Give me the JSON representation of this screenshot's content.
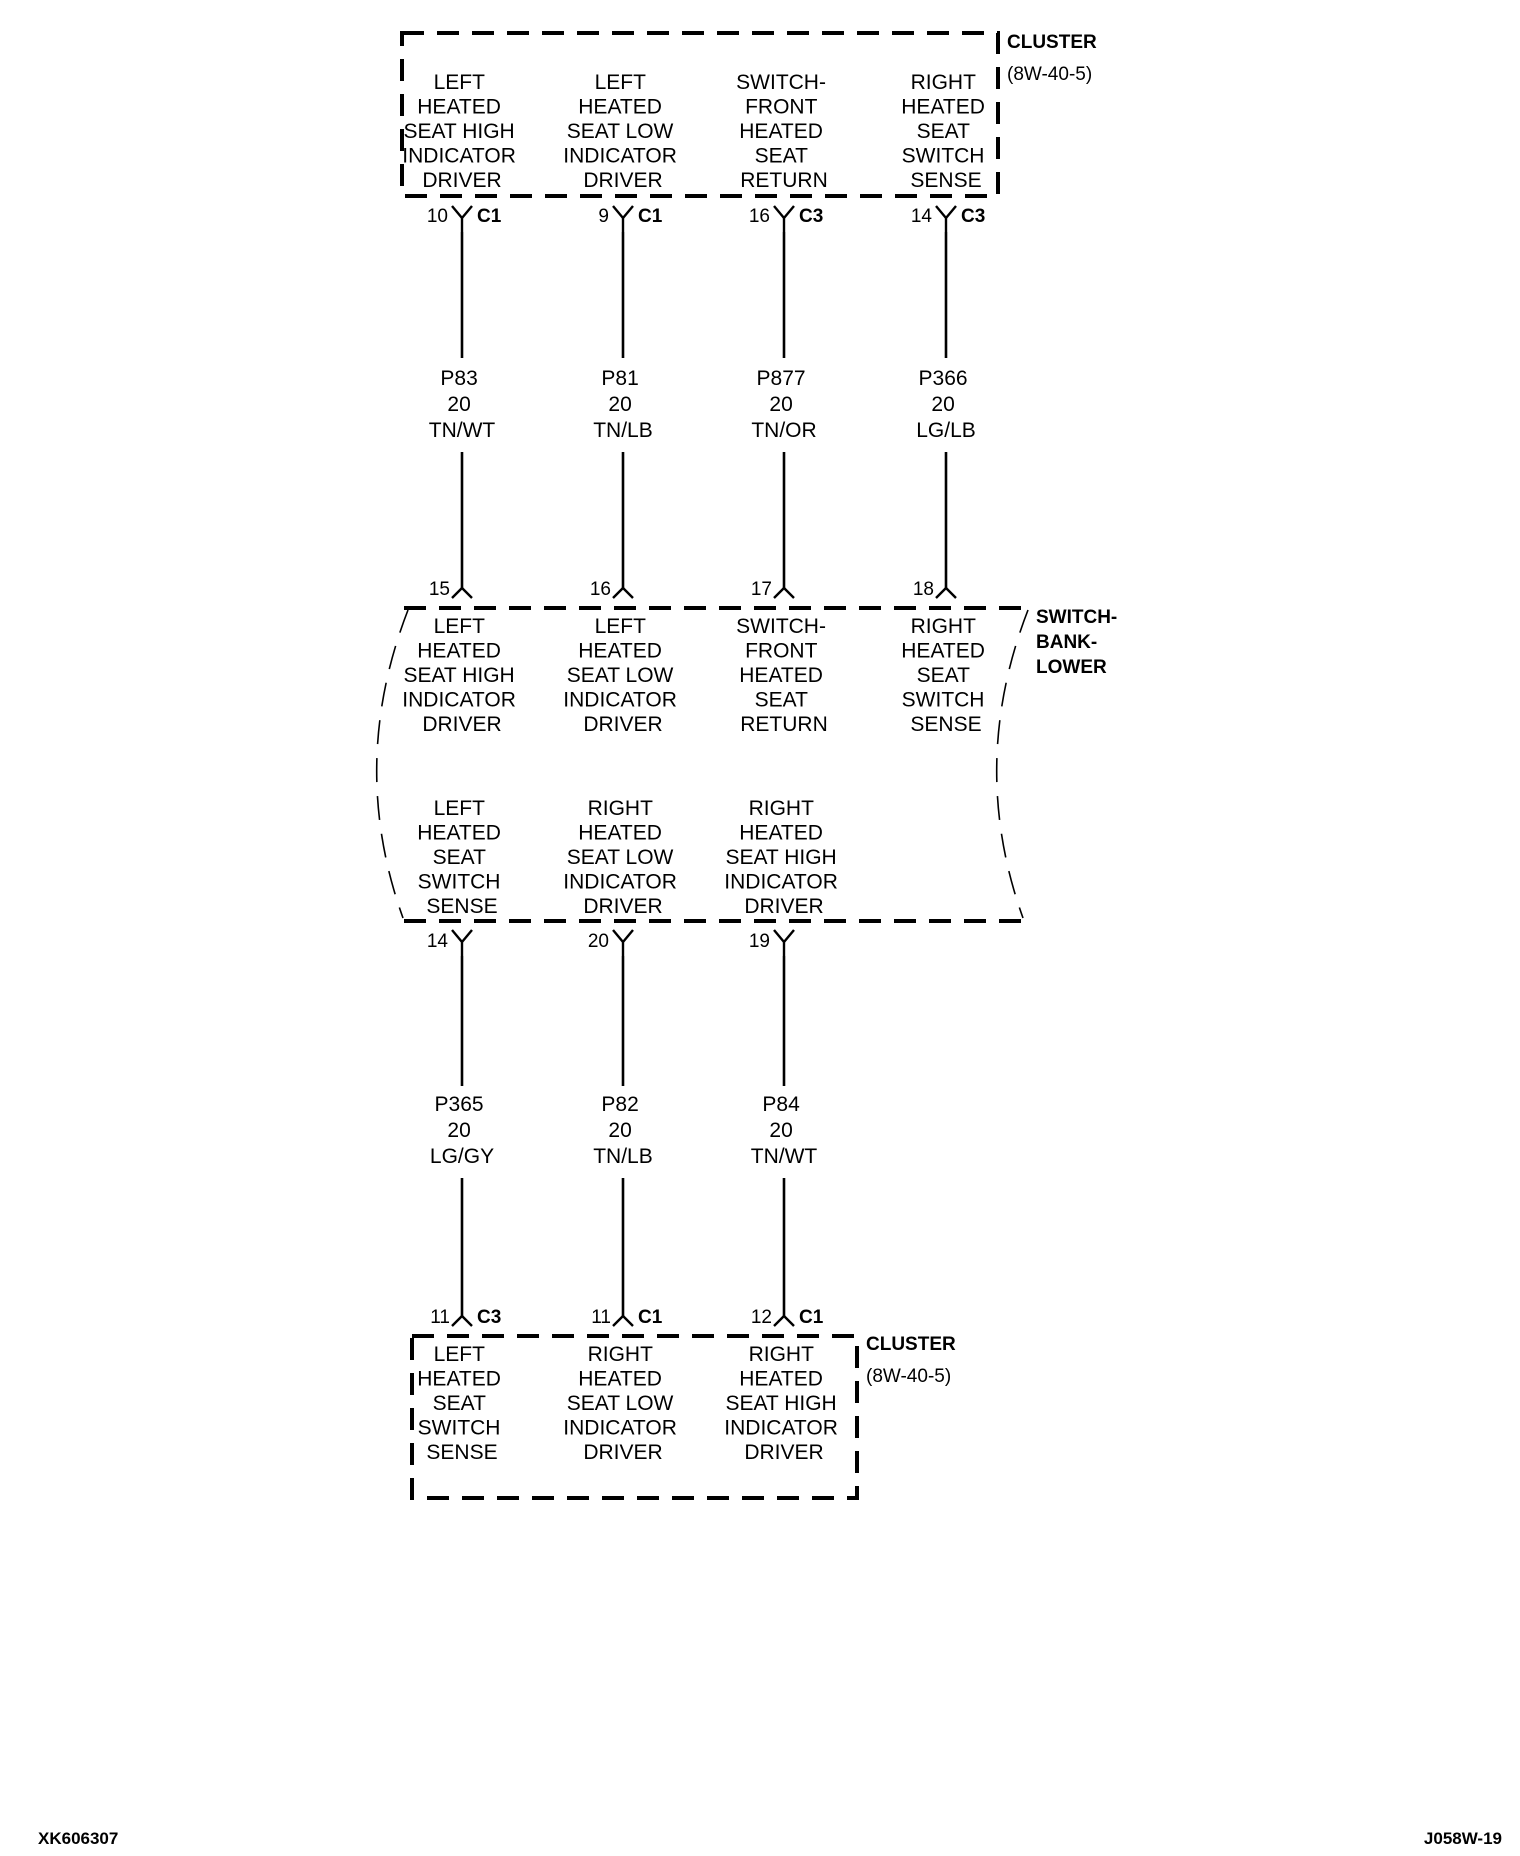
{
  "cluster_top": {
    "name": "CLUSTER",
    "ref": "(8W-40-5)",
    "functions": [
      [
        "LEFT",
        "HEATED",
        "SEAT HIGH",
        "INDICATOR",
        "DRIVER"
      ],
      [
        "LEFT",
        "HEATED",
        "SEAT LOW",
        "INDICATOR",
        "DRIVER"
      ],
      [
        "SWITCH-",
        "FRONT",
        "HEATED",
        "SEAT",
        "RETURN"
      ],
      [
        "RIGHT",
        "HEATED",
        "SEAT",
        "SWITCH",
        "SENSE"
      ]
    ],
    "pins": [
      {
        "pin": "10",
        "connector": "C1"
      },
      {
        "pin": "9",
        "connector": "C1"
      },
      {
        "pin": "16",
        "connector": "C3"
      },
      {
        "pin": "14",
        "connector": "C3"
      }
    ]
  },
  "wires_upper": [
    {
      "circuit": "P83",
      "gauge": "20",
      "color": "TN/WT"
    },
    {
      "circuit": "P81",
      "gauge": "20",
      "color": "TN/LB"
    },
    {
      "circuit": "P877",
      "gauge": "20",
      "color": "TN/OR"
    },
    {
      "circuit": "P366",
      "gauge": "20",
      "color": "LG/LB"
    }
  ],
  "switch_bank": {
    "name": [
      "SWITCH-",
      "BANK-",
      "LOWER"
    ],
    "pins_top": [
      "15",
      "16",
      "17",
      "18"
    ],
    "functions_top": [
      [
        "LEFT",
        "HEATED",
        "SEAT HIGH",
        "INDICATOR",
        "DRIVER"
      ],
      [
        "LEFT",
        "HEATED",
        "SEAT LOW",
        "INDICATOR",
        "DRIVER"
      ],
      [
        "SWITCH-",
        "FRONT",
        "HEATED",
        "SEAT",
        "RETURN"
      ],
      [
        "RIGHT",
        "HEATED",
        "SEAT",
        "SWITCH",
        "SENSE"
      ]
    ],
    "functions_bottom": [
      [
        "LEFT",
        "HEATED",
        "SEAT",
        "SWITCH",
        "SENSE"
      ],
      [
        "RIGHT",
        "HEATED",
        "SEAT LOW",
        "INDICATOR",
        "DRIVER"
      ],
      [
        "RIGHT",
        "HEATED",
        "SEAT HIGH",
        "INDICATOR",
        "DRIVER"
      ]
    ],
    "pins_bottom": [
      "14",
      "20",
      "19"
    ]
  },
  "wires_lower": [
    {
      "circuit": "P365",
      "gauge": "20",
      "color": "LG/GY"
    },
    {
      "circuit": "P82",
      "gauge": "20",
      "color": "TN/LB"
    },
    {
      "circuit": "P84",
      "gauge": "20",
      "color": "TN/WT"
    }
  ],
  "cluster_bottom": {
    "name": "CLUSTER",
    "ref": "(8W-40-5)",
    "pins": [
      {
        "pin": "11",
        "connector": "C3"
      },
      {
        "pin": "11",
        "connector": "C1"
      },
      {
        "pin": "12",
        "connector": "C1"
      }
    ],
    "functions": [
      [
        "LEFT",
        "HEATED",
        "SEAT",
        "SWITCH",
        "SENSE"
      ],
      [
        "RIGHT",
        "HEATED",
        "SEAT LOW",
        "INDICATOR",
        "DRIVER"
      ],
      [
        "RIGHT",
        "HEATED",
        "SEAT HIGH",
        "INDICATOR",
        "DRIVER"
      ]
    ]
  },
  "footer": {
    "left": "XK606307",
    "right": "J058W-19"
  }
}
